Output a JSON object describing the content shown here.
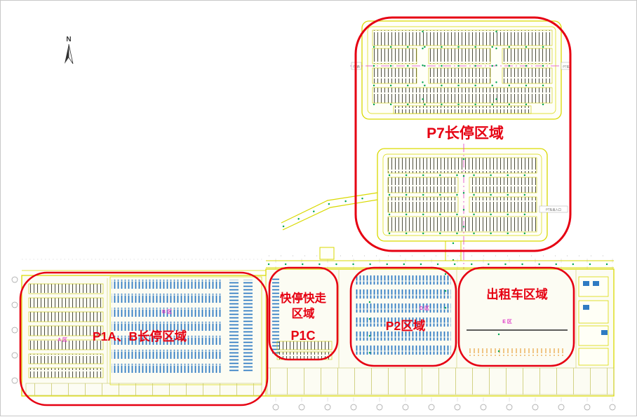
{
  "compass": {
    "north": "N"
  },
  "annotations": {
    "p7": "P7长停区域",
    "p1ab": "P1A、B长停区域",
    "p1c_line1": "快停快走",
    "p1c_line2": "区域",
    "p1c_line3": "P1C",
    "p2": "P2区域",
    "taxi": "出租车区域"
  },
  "zone_labels": {
    "a": "A 区",
    "b": "B 区",
    "d": "D 区",
    "e": "E 区"
  },
  "small_labels": {
    "p7_west": "P7西",
    "p7_east": "P7东",
    "p7_east_entrance": "P7东出入口"
  },
  "colors": {
    "annotation_red": "#e60012",
    "cad_yellow": "#d9d900",
    "stall_blue": "#2f7bc3",
    "dot_green": "#00a651",
    "label_magenta": "#e040c8"
  }
}
